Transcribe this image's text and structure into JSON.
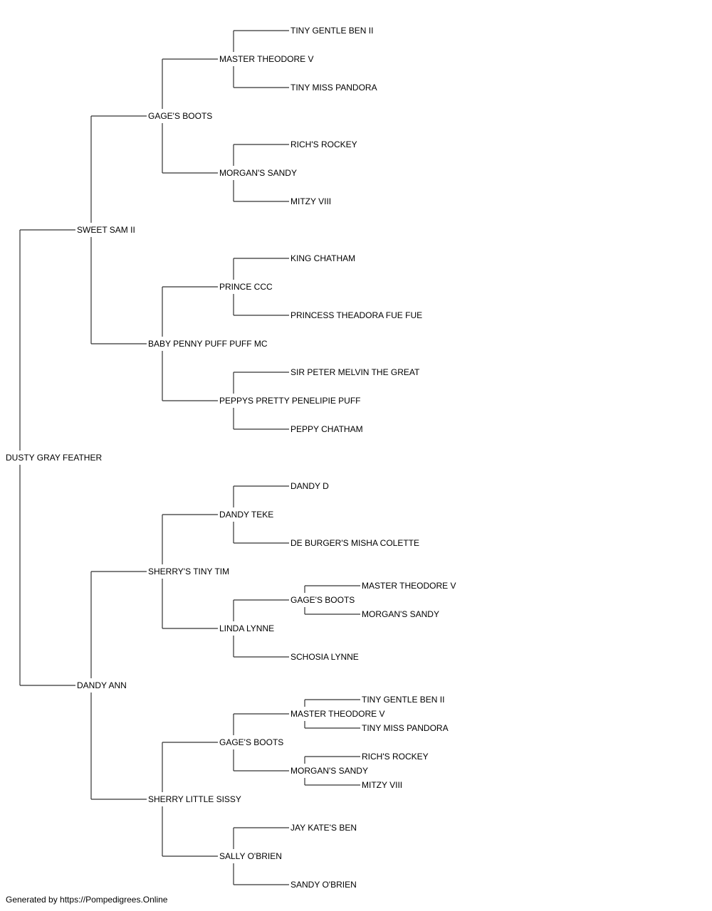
{
  "pedigree": {
    "name": "DUSTY GRAY FEATHER",
    "sire": {
      "name": "SWEET SAM II",
      "sire": {
        "name": "GAGE'S BOOTS",
        "sire": {
          "name": "MASTER THEODORE V",
          "sire": {
            "name": "TINY GENTLE BEN II"
          },
          "dam": {
            "name": "TINY MISS PANDORA"
          }
        },
        "dam": {
          "name": "MORGAN'S SANDY",
          "sire": {
            "name": "RICH'S ROCKEY"
          },
          "dam": {
            "name": "MITZY VIII"
          }
        }
      },
      "dam": {
        "name": "BABY PENNY PUFF PUFF MC",
        "sire": {
          "name": "PRINCE CCC",
          "sire": {
            "name": "KING CHATHAM"
          },
          "dam": {
            "name": "PRINCESS THEADORA FUE FUE"
          }
        },
        "dam": {
          "name": "PEPPYS PRETTY PENELIPIE PUFF",
          "sire": {
            "name": "SIR PETER MELVIN THE GREAT"
          },
          "dam": {
            "name": "PEPPY CHATHAM"
          }
        }
      }
    },
    "dam": {
      "name": "DANDY ANN",
      "sire": {
        "name": "SHERRY'S TINY TIM",
        "sire": {
          "name": "DANDY TEKE",
          "sire": {
            "name": "DANDY D"
          },
          "dam": {
            "name": "DE BURGER'S MISHA COLETTE"
          }
        },
        "dam": {
          "name": "LINDA LYNNE",
          "sire": {
            "name": "GAGE'S BOOTS",
            "sire": {
              "name": "MASTER THEODORE V"
            },
            "dam": {
              "name": "MORGAN'S SANDY"
            }
          },
          "dam": {
            "name": "SCHOSIA LYNNE"
          }
        }
      },
      "dam": {
        "name": "SHERRY LITTLE SISSY",
        "sire": {
          "name": "GAGE'S BOOTS",
          "sire": {
            "name": "MASTER THEODORE V",
            "sire": {
              "name": "TINY GENTLE BEN II"
            },
            "dam": {
              "name": "TINY MISS PANDORA"
            }
          },
          "dam": {
            "name": "MORGAN'S SANDY",
            "sire": {
              "name": "RICH'S ROCKEY"
            },
            "dam": {
              "name": "MITZY VIII"
            }
          }
        },
        "dam": {
          "name": "SALLY O'BRIEN",
          "sire": {
            "name": "JAY KATE'S BEN"
          },
          "dam": {
            "name": "SANDY O'BRIEN"
          }
        }
      }
    }
  },
  "footer": "Generated by https://Pompedigrees.Online"
}
